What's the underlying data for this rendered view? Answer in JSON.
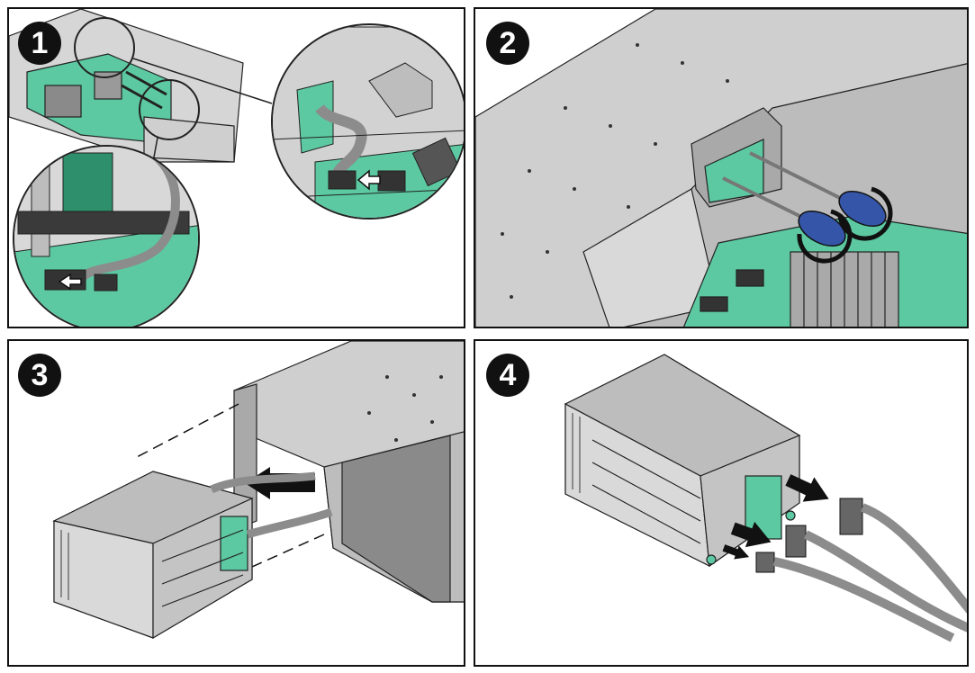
{
  "steps": [
    {
      "label": "1"
    },
    {
      "label": "2"
    },
    {
      "label": "3"
    },
    {
      "label": "4"
    }
  ],
  "colors": {
    "chassis": "#d0d0d0",
    "chassis_dark": "#9a9a9a",
    "board": "#5cc9a2",
    "board_dark": "#2e8f6c",
    "cable": "#8c8c8c",
    "screwdriver": "#3556a8",
    "outline": "#222222",
    "arrow": "#111111"
  }
}
